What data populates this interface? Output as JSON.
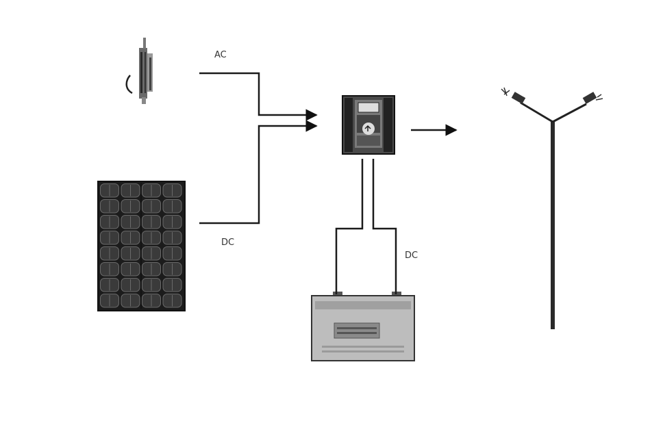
{
  "labels": {
    "ac_input": "AC",
    "dc_input": "DC",
    "dc_battery": "DC"
  },
  "colors": {
    "line": "#1a1a1a",
    "panel_cell": "#3a3a3a",
    "panel_frame": "#111111",
    "controller_body": "#4a4a4a",
    "controller_screen": "#8a8a8a",
    "battery_body": "#bdbdbd",
    "pole": "#2a2a2a"
  },
  "components": {
    "wind_turbine": "wind-turbine-icon",
    "solar_panel": "solar-panel-icon",
    "controller": "charge-controller-icon",
    "battery": "battery-icon",
    "street_light": "street-light-icon"
  }
}
